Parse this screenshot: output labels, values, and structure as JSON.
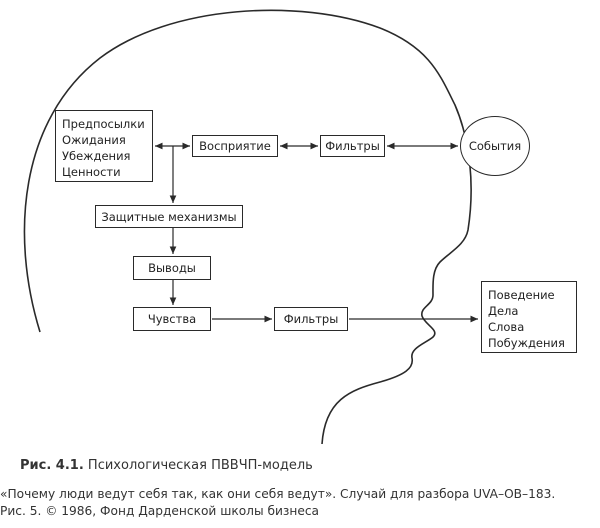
{
  "boxes": {
    "premises": {
      "lines": [
        "Предпосылки",
        "Ожидания",
        "Убеждения",
        "Ценности"
      ]
    },
    "perception": "Восприятие",
    "filters_top": "Фильтры",
    "events": "События",
    "defense": "Защитные механизмы",
    "conclusions": "Выводы",
    "feelings": "Чувства",
    "filters_bottom": "Фильтры",
    "behavior": {
      "lines": [
        "Поведение",
        "Дела",
        "Слова",
        "Побуждения"
      ]
    }
  },
  "caption": {
    "label": "Рис. 4.1.",
    "title": "Психологическая ПВВЧП-модель"
  },
  "source": {
    "line1": "«Почему люди ведут себя так, как они себя ведут». Случай для разбора UVA–OB–183.",
    "line2": "Рис. 5. © 1986, Фонд Дарденской школы бизнеса"
  },
  "colors": {
    "stroke": "#2a2a2a",
    "text": "#333333"
  }
}
